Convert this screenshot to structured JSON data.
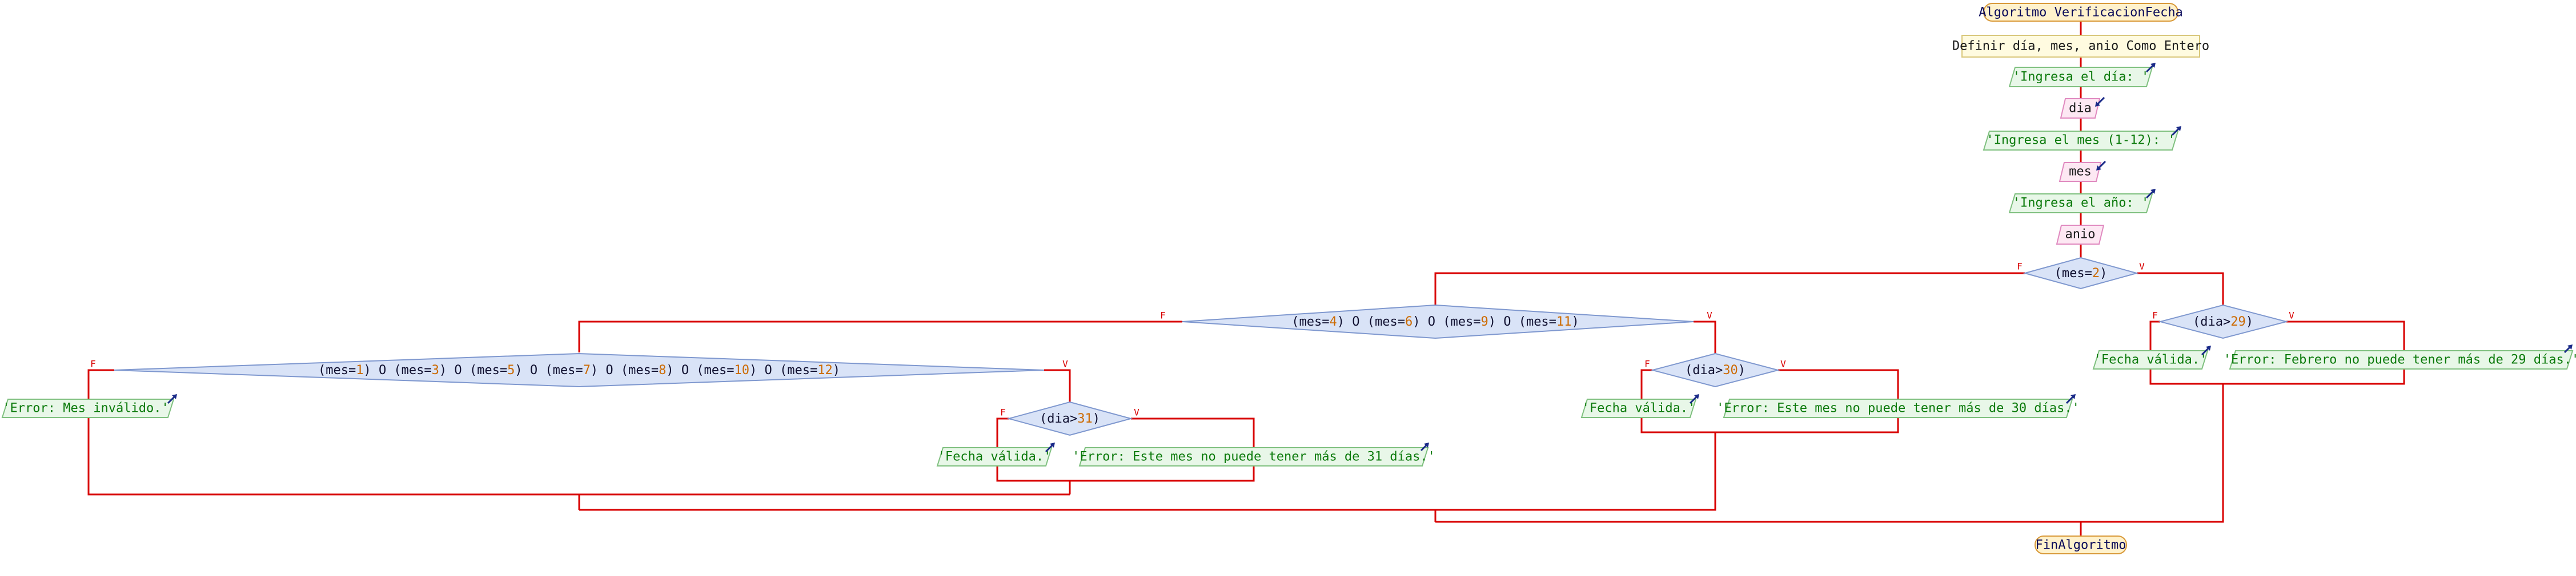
{
  "start": "Algoritmo VerificacionFecha",
  "define": "Definir día, mes, anio Como Entero",
  "prompt_dia": "'Ingresa el día: '",
  "read_dia": "dia",
  "prompt_mes": "'Ingresa el mes (1-12): '",
  "read_mes": "mes",
  "prompt_anio": "'Ingresa el año: '",
  "read_anio": "anio",
  "cond_feb": [
    {
      "t": "(mes="
    },
    {
      "t": "2",
      "n": true
    },
    {
      "t": ")"
    }
  ],
  "cond_30": [
    {
      "t": "(mes="
    },
    {
      "t": "4",
      "n": true
    },
    {
      "t": ") O (mes="
    },
    {
      "t": "6",
      "n": true
    },
    {
      "t": ") O (mes="
    },
    {
      "t": "9",
      "n": true
    },
    {
      "t": ") O (mes="
    },
    {
      "t": "11",
      "n": true
    },
    {
      "t": ")"
    }
  ],
  "cond_31": [
    {
      "t": "(mes="
    },
    {
      "t": "1",
      "n": true
    },
    {
      "t": ") O (mes="
    },
    {
      "t": "3",
      "n": true
    },
    {
      "t": ") O (mes="
    },
    {
      "t": "5",
      "n": true
    },
    {
      "t": ") O (mes="
    },
    {
      "t": "7",
      "n": true
    },
    {
      "t": ") O (mes="
    },
    {
      "t": "8",
      "n": true
    },
    {
      "t": ") O (mes="
    },
    {
      "t": "10",
      "n": true
    },
    {
      "t": ") O (mes="
    },
    {
      "t": "12",
      "n": true
    },
    {
      "t": ")"
    }
  ],
  "cond_d29": [
    {
      "t": "(dia>"
    },
    {
      "t": "29",
      "n": true
    },
    {
      "t": ")"
    }
  ],
  "cond_d30": [
    {
      "t": "(dia>"
    },
    {
      "t": "30",
      "n": true
    },
    {
      "t": ")"
    }
  ],
  "cond_d31": [
    {
      "t": "(dia>"
    },
    {
      "t": "31",
      "n": true
    },
    {
      "t": ")"
    }
  ],
  "valid": "'Fecha válida.'",
  "err_feb": "'Error: Febrero no puede tener más de 29 días.'",
  "err_30": "'Error: Este mes no puede tener más de 30 días.'",
  "err_31": "'Error: Este mes no puede tener más de 31 días.'",
  "err_mes": "'Error: Mes inválido.'",
  "end": "FinAlgoritmo",
  "flag_false": "F",
  "flag_true": "V",
  "colors": {
    "flow_line": "#d80000",
    "number": "#cc6a00",
    "output_text": "#0b7a0b"
  }
}
